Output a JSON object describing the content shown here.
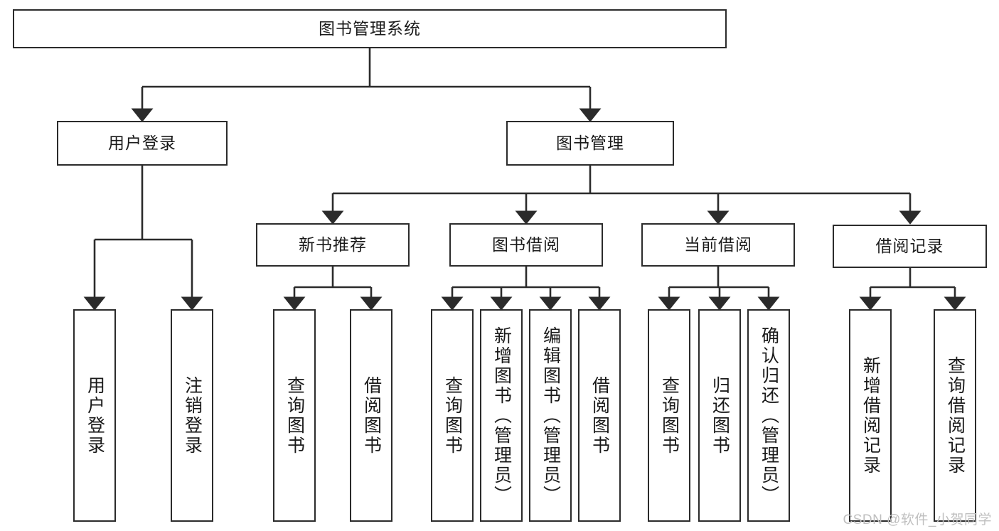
{
  "diagram": {
    "title": "图书管理系统",
    "type": "tree-hierarchy-flowchart",
    "colors": {
      "background": "#ffffff",
      "box_fill": "#ffffff",
      "box_stroke": "#2b2b2b",
      "connector": "#2b2b2b",
      "text": "#1a1a1a",
      "watermark": "#bfbfbf"
    },
    "root": {
      "label": "图书管理系统"
    },
    "level1": [
      {
        "label": "用户登录"
      },
      {
        "label": "图书管理"
      }
    ],
    "level2": [
      {
        "label": "新书推荐"
      },
      {
        "label": "图书借阅"
      },
      {
        "label": "当前借阅"
      },
      {
        "label": "借阅记录"
      }
    ],
    "leaves": {
      "user_login": [
        {
          "label": "用户登录"
        },
        {
          "label": "注销登录"
        }
      ],
      "new_book_recommend": [
        {
          "label": "查询图书"
        },
        {
          "label": "借阅图书"
        }
      ],
      "book_borrow": [
        {
          "label": "查询图书"
        },
        {
          "label": "新增图书（管理员）"
        },
        {
          "label": "编辑图书（管理员）"
        },
        {
          "label": "借阅图书"
        }
      ],
      "current_borrow": [
        {
          "label": "查询图书"
        },
        {
          "label": "归还图书"
        },
        {
          "label": "确认归还（管理员）"
        }
      ],
      "borrow_record": [
        {
          "label": "新增借阅记录"
        },
        {
          "label": "查询借阅记录"
        }
      ]
    }
  },
  "watermark": {
    "text": "CSDN @软件_小贺同学"
  }
}
